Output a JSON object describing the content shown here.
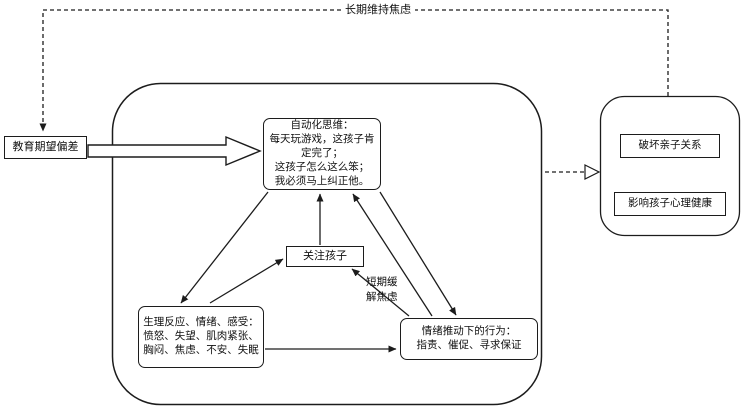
{
  "diagram": {
    "loop_label": "长期维持焦虑",
    "left_box": "教育期望偏差",
    "automatic_thoughts": "自动化思维：\n每天玩游戏，这孩子肯\n定完了；\n这孩子怎么这么笨；\n我必须马上纠正他。",
    "focus_child": "关注孩子",
    "physiological": "生理反应、情绪、感受：\n愤怒、失望、肌肉紧张、\n胸闷、焦虑、不安、失眠",
    "behavior": "情绪推动下的行为：\n指责、催促、寻求保证",
    "short_term_label": "短期缓\n解焦虑",
    "damage_relationship": "破坏亲子关系",
    "affect_mental_health": "影响孩子心理健康",
    "colors": {
      "stroke": "#1c1c1c",
      "background": "#ffffff"
    }
  }
}
